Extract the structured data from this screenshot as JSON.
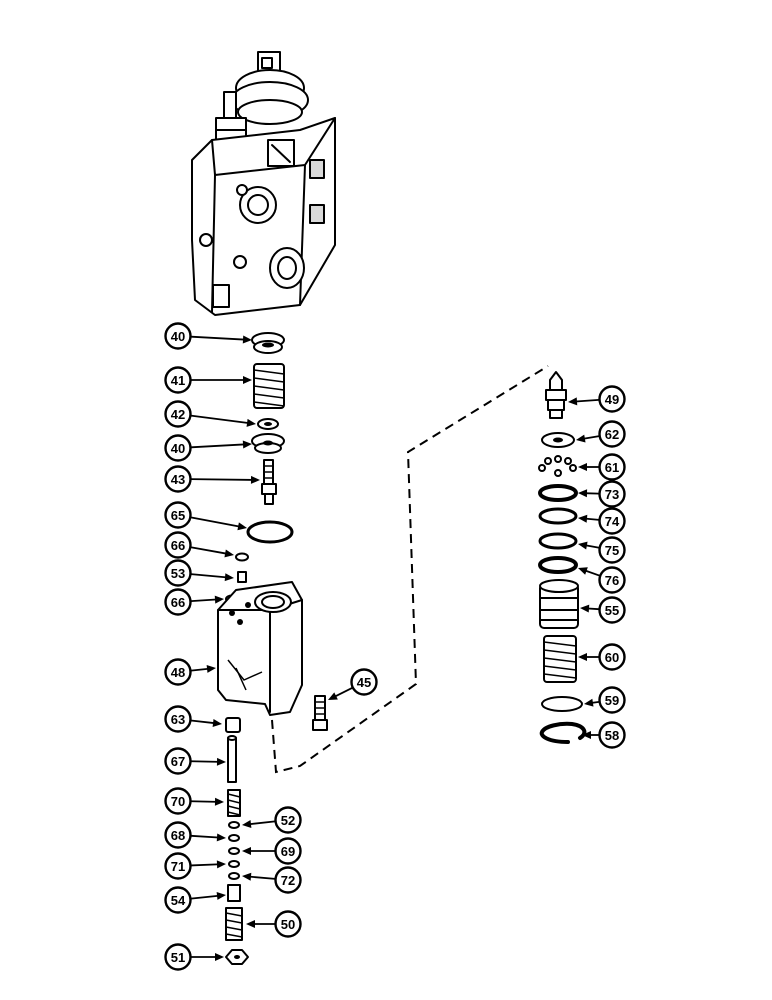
{
  "callouts": [
    {
      "id": "c40a",
      "label": "40"
    },
    {
      "id": "c41",
      "label": "41"
    },
    {
      "id": "c42",
      "label": "42"
    },
    {
      "id": "c40b",
      "label": "40"
    },
    {
      "id": "c43",
      "label": "43"
    },
    {
      "id": "c65",
      "label": "65"
    },
    {
      "id": "c66a",
      "label": "66"
    },
    {
      "id": "c53",
      "label": "53"
    },
    {
      "id": "c66b",
      "label": "66"
    },
    {
      "id": "c48",
      "label": "48"
    },
    {
      "id": "c45",
      "label": "45"
    },
    {
      "id": "c63",
      "label": "63"
    },
    {
      "id": "c67",
      "label": "67"
    },
    {
      "id": "c70",
      "label": "70"
    },
    {
      "id": "c52",
      "label": "52"
    },
    {
      "id": "c68",
      "label": "68"
    },
    {
      "id": "c69",
      "label": "69"
    },
    {
      "id": "c71",
      "label": "71"
    },
    {
      "id": "c72",
      "label": "72"
    },
    {
      "id": "c54",
      "label": "54"
    },
    {
      "id": "c50",
      "label": "50"
    },
    {
      "id": "c51",
      "label": "51"
    },
    {
      "id": "c49",
      "label": "49"
    },
    {
      "id": "c62",
      "label": "62"
    },
    {
      "id": "c61",
      "label": "61"
    },
    {
      "id": "c73",
      "label": "73"
    },
    {
      "id": "c74",
      "label": "74"
    },
    {
      "id": "c75",
      "label": "75"
    },
    {
      "id": "c76",
      "label": "76"
    },
    {
      "id": "c55",
      "label": "55"
    },
    {
      "id": "c60",
      "label": "60"
    },
    {
      "id": "c59",
      "label": "59"
    },
    {
      "id": "c58",
      "label": "58"
    }
  ]
}
